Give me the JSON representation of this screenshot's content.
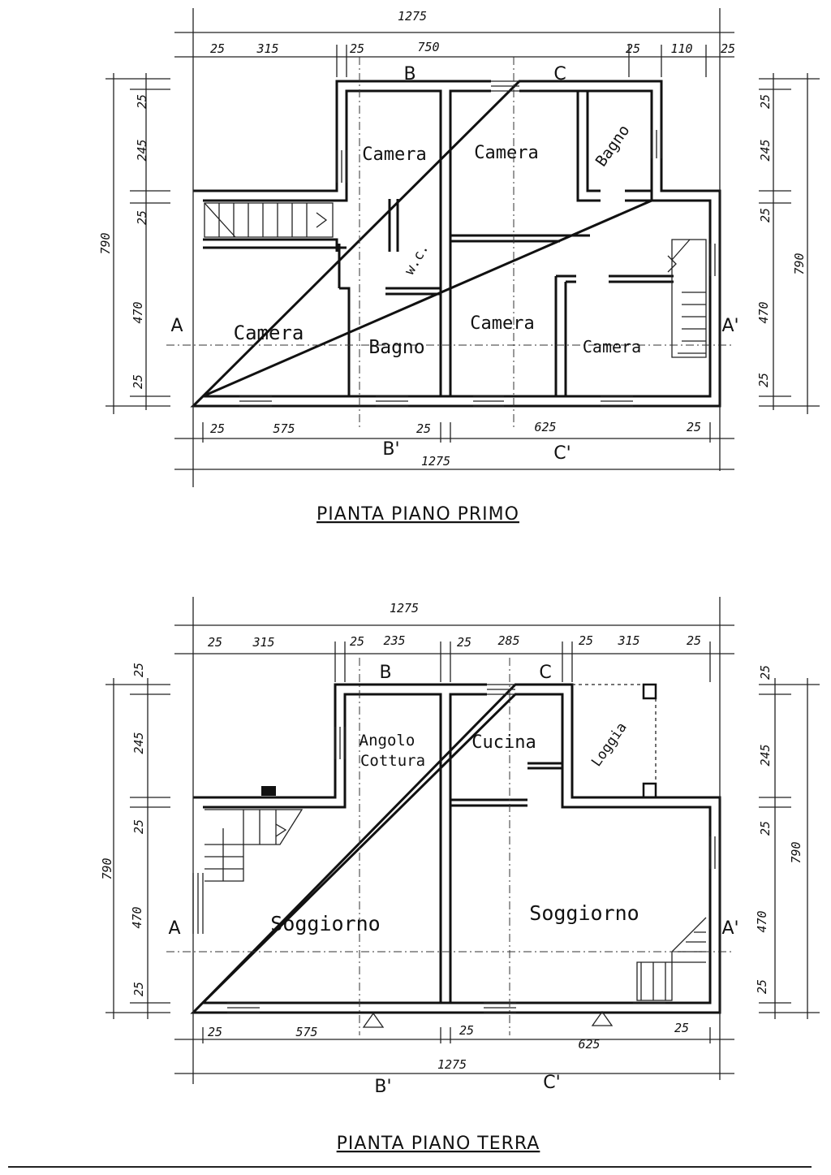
{
  "upper": {
    "title": "PIANTA PIANO PRIMO",
    "rooms": [
      "Camera",
      "Camera",
      "Bagno",
      "w.c.",
      "Camera",
      "Bagno",
      "Camera",
      "Camera"
    ],
    "dims": [
      "1275",
      "25",
      "315",
      "25",
      "750",
      "25",
      "110",
      "25",
      "25",
      "245",
      "25",
      "790",
      "470",
      "25",
      "25",
      "245",
      "25",
      "790",
      "470",
      "25",
      "25",
      "575",
      "25",
      "625",
      "25",
      "1275"
    ],
    "sections": [
      "A",
      "A'",
      "B",
      "B'",
      "C",
      "C'"
    ]
  },
  "lower": {
    "title": "PIANTA PIANO TERRA",
    "rooms": [
      "Angolo",
      "Cottura",
      "Cucina",
      "Loggia",
      "Soggiorno",
      "Soggiorno"
    ],
    "dims": [
      "1275",
      "25",
      "315",
      "25",
      "235",
      "25",
      "285",
      "25",
      "315",
      "25",
      "25",
      "245",
      "25",
      "790",
      "470",
      "25",
      "25",
      "245",
      "25",
      "790",
      "470",
      "25",
      "25",
      "575",
      "25",
      "25",
      "625",
      "1275"
    ],
    "sections": [
      "A",
      "A'",
      "B",
      "B'",
      "C",
      "C'"
    ]
  }
}
